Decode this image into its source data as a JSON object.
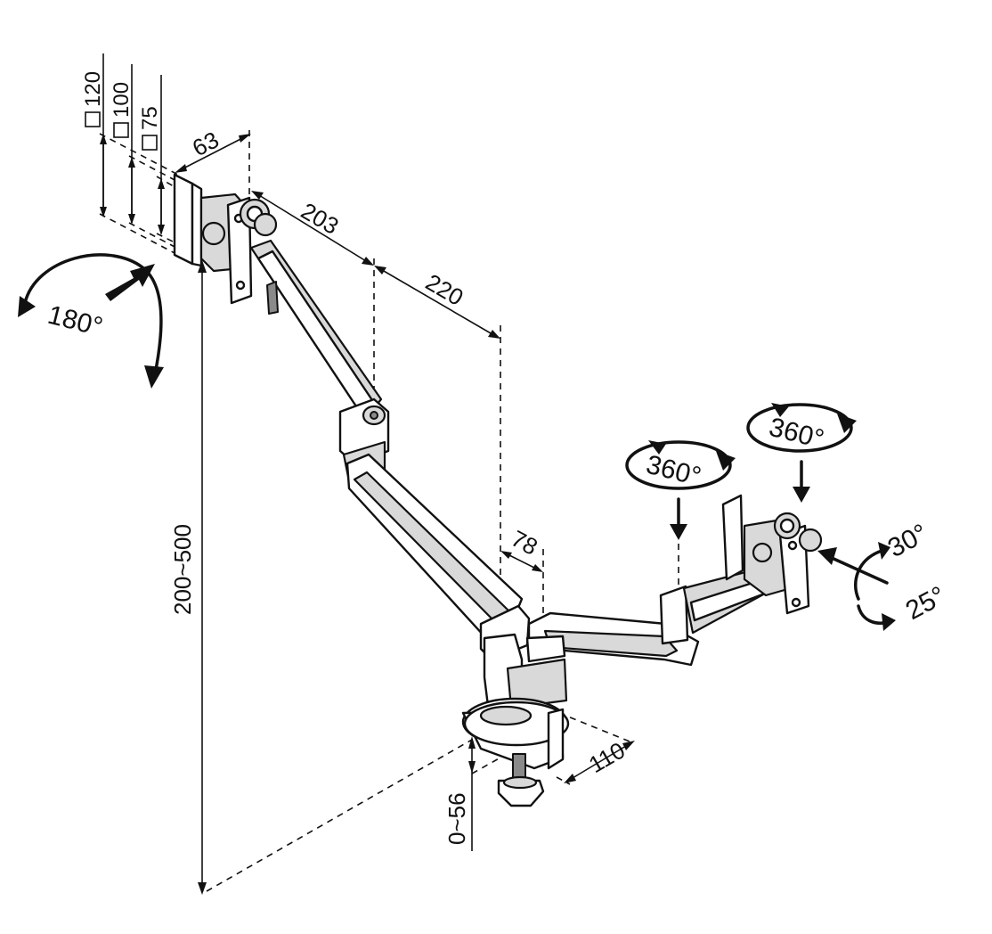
{
  "dimensions": {
    "plate_offset": "63",
    "arm_segment_1": "203",
    "arm_segment_2": "220",
    "arm_offset": "78",
    "clamp_depth": "110",
    "height_range": "200~500",
    "clamp_thickness": "0~56"
  },
  "vesa": {
    "size_1": "120",
    "size_2": "100",
    "size_3": "75"
  },
  "angles": {
    "rotation": "180°",
    "swivel_left": "360°",
    "swivel_right": "360°",
    "tilt_up": "30°",
    "tilt_down": "25°"
  },
  "colors": {
    "line": "#111111",
    "arm_shade": "#d9d9d9",
    "dark_shade": "#8a8a8a"
  }
}
